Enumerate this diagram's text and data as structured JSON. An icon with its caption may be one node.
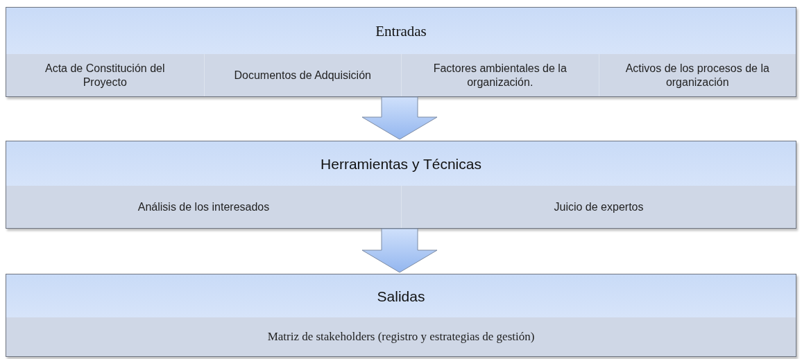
{
  "diagram": {
    "nodes": [
      {
        "text": [
          "Entradas"
        ]
      },
      {
        "text": [
          "Acta de Constitución del Proyecto"
        ],
        "in": 0
      },
      {
        "text": [
          "Documentos de Adquisición"
        ],
        "in": 0
      },
      {
        "text": [
          "Factores ambientales de la organización."
        ],
        "in": 0
      },
      {
        "text": [
          "Activos de los procesos de la organización"
        ],
        "in": 0
      },
      {
        "text": [
          "Herramientas y Técnicas"
        ]
      },
      {
        "text": [
          "Análisis de los interesados"
        ],
        "in": 5
      },
      {
        "text": [
          "Juicio de expertos"
        ],
        "in": 5
      },
      {
        "text": [
          "Salidas"
        ]
      },
      {
        "text": [
          "Matriz de stakeholders (registro y estrategias de gestión)"
        ],
        "in": 8
      }
    ],
    "edges": [
      {
        "from": 0,
        "to": 5,
        "arrow": "to"
      },
      {
        "from": 5,
        "to": 8,
        "arrow": "to"
      }
    ]
  }
}
